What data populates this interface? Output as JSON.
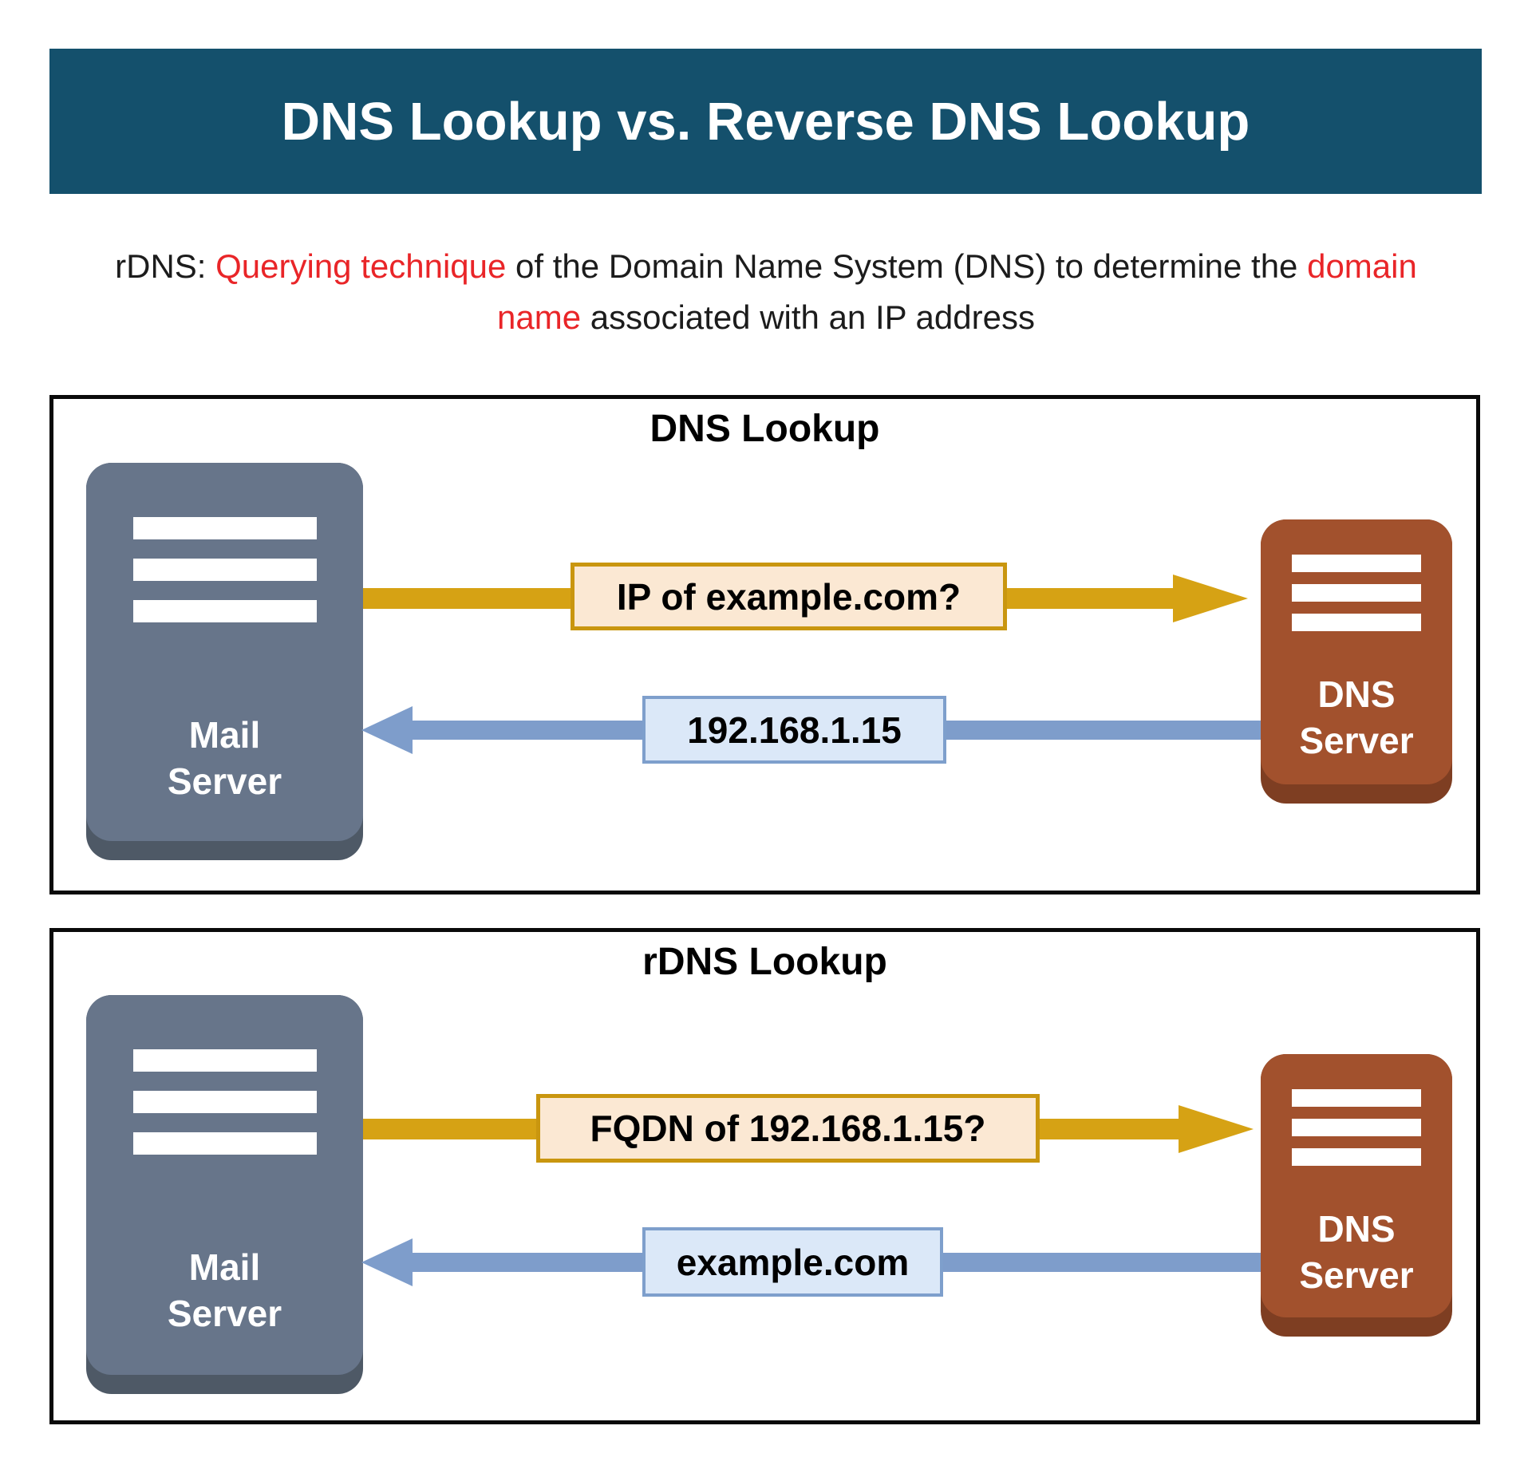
{
  "header": {
    "title": "DNS Lookup vs. Reverse DNS Lookup"
  },
  "subtitle": {
    "line1_part1": "rDNS: ",
    "line1_red1": "Querying technique",
    "line1_part2": " of the Domain Name System (DNS) to determine the ",
    "line1_red2": "domain",
    "line2_red1": "name",
    "line2_part1": " associated with an IP address"
  },
  "panel_dns": {
    "title": "DNS Lookup",
    "mail_server": {
      "line1": "Mail",
      "line2": "Server"
    },
    "dns_server": {
      "line1": "DNS",
      "line2": "Server"
    },
    "query": "IP of example.com?",
    "response": "192.168.1.15"
  },
  "panel_rdns": {
    "title": "rDNS Lookup",
    "mail_server": {
      "line1": "Mail",
      "line2": "Server"
    },
    "dns_server": {
      "line1": "DNS",
      "line2": "Server"
    },
    "query": "FQDN of 192.168.1.15?",
    "response": "example.com"
  },
  "colors": {
    "header-bg": "#14506C",
    "header-text": "#FFFFFF",
    "accent-red": "#E92528",
    "text-black": "#1C1C1C",
    "panel-border": "#0A0A0A",
    "mail-server": "#67758A",
    "mail-server-shadow": "#4E5966",
    "dns-server": "#A2512D",
    "dns-server-shadow": "#7E3E22",
    "gold": "#D6A214",
    "gold-border": "#C9960F",
    "query-fill": "#FBE8D3",
    "blue": "#7E9DCB",
    "blue-border": "#7E9FCC",
    "response-fill": "#DBE8F8"
  }
}
